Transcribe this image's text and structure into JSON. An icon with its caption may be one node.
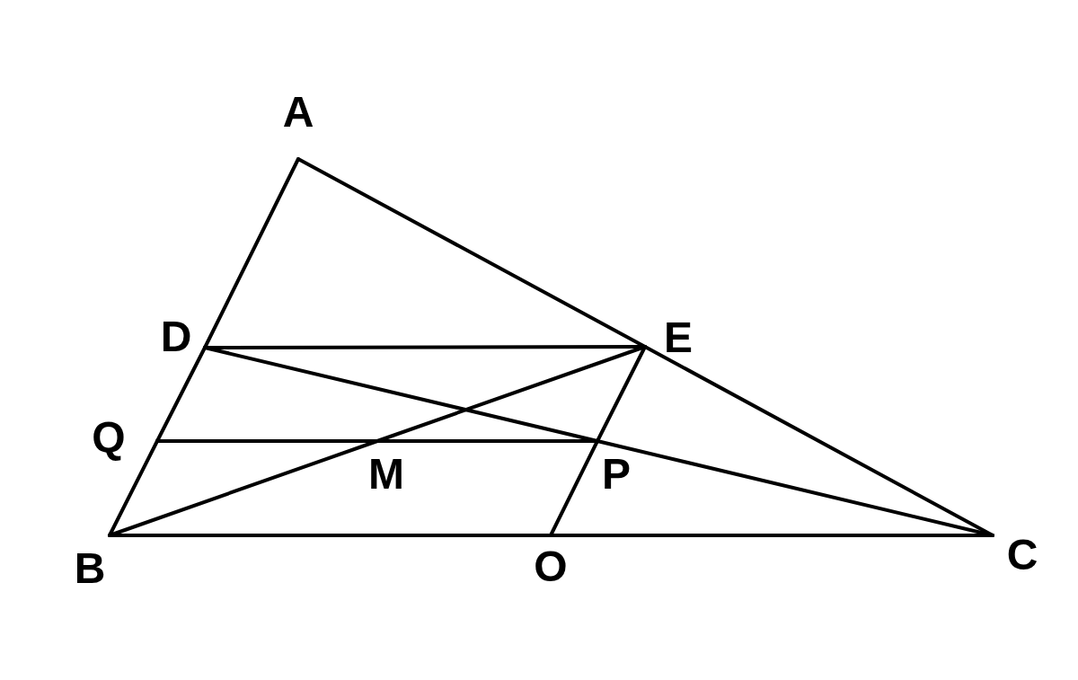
{
  "diagram": {
    "nodes": [
      {
        "text": [
          "A"
        ]
      },
      {
        "text": [
          "D"
        ]
      },
      {
        "text": [
          "E"
        ]
      },
      {
        "text": [
          "Q"
        ]
      },
      {
        "text": [
          "M"
        ]
      },
      {
        "text": [
          "P"
        ]
      },
      {
        "text": [
          "B"
        ]
      },
      {
        "text": [
          "O"
        ]
      },
      {
        "text": [
          "C"
        ]
      }
    ],
    "edges": [
      {
        "from": 0,
        "to": 1,
        "arrow": "none"
      },
      {
        "from": 1,
        "to": 3,
        "arrow": "none"
      },
      {
        "from": 3,
        "to": 6,
        "arrow": "none"
      },
      {
        "from": 0,
        "to": 2,
        "arrow": "none"
      },
      {
        "from": 2,
        "to": 8,
        "arrow": "none"
      },
      {
        "from": 6,
        "to": 7,
        "arrow": "none"
      },
      {
        "from": 7,
        "to": 8,
        "arrow": "none"
      },
      {
        "from": 1,
        "to": 2,
        "arrow": "none"
      },
      {
        "from": 1,
        "to": 5,
        "arrow": "none"
      },
      {
        "from": 5,
        "to": 8,
        "arrow": "none"
      },
      {
        "from": 6,
        "to": 4,
        "arrow": "none"
      },
      {
        "from": 4,
        "to": 2,
        "arrow": "none"
      },
      {
        "from": 3,
        "to": 4,
        "arrow": "none"
      },
      {
        "from": 4,
        "to": 5,
        "arrow": "none"
      },
      {
        "from": 2,
        "to": 5,
        "arrow": "none"
      },
      {
        "from": 5,
        "to": 7,
        "arrow": "none"
      }
    ]
  }
}
